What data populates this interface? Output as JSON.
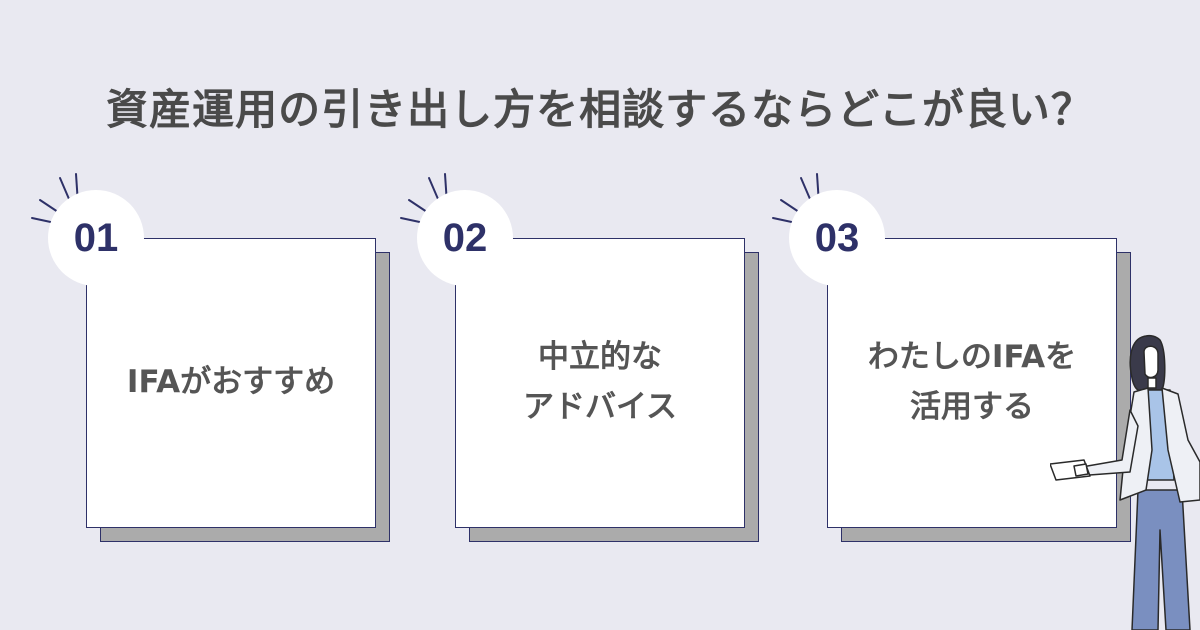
{
  "title": "資産運用の引き出し方を相談するならどこが良い？",
  "cards": [
    {
      "number": "01",
      "text": "IFAがおすすめ"
    },
    {
      "number": "02",
      "text": "中立的な\nアドバイス"
    },
    {
      "number": "03",
      "text": "わたしのIFAを\n活用する"
    }
  ],
  "colors": {
    "background": "#e9e9f1",
    "accent_navy": "#2e3168",
    "title_text": "#4a4a4a",
    "card_text": "#555555",
    "shadow_gray": "#ababab"
  }
}
